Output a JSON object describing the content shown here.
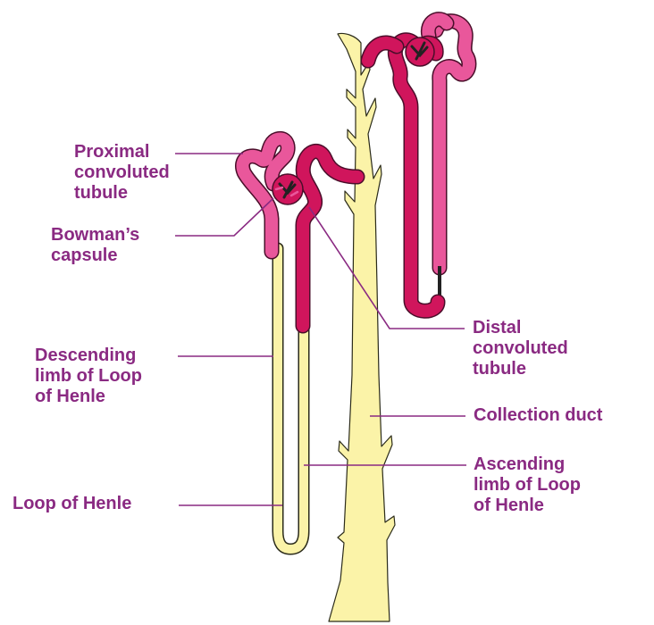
{
  "colors": {
    "label_text": "#8a2a82",
    "leader_line": "#8a2a82",
    "duct_fill": "#fbf3a8",
    "duct_outline": "#2b2b1a",
    "tubule_pink": "#e9579b",
    "tubule_magenta": "#d0155c",
    "outline": "#4a0e2a"
  },
  "labels": {
    "proximal": [
      "Proximal",
      "convoluted",
      "tubule"
    ],
    "bowman": [
      "Bowman’s",
      "capsule"
    ],
    "descending": [
      "Descending",
      "limb of Loop",
      "of Henle"
    ],
    "loop": [
      "Loop of Henle"
    ],
    "distal": [
      "Distal",
      "convoluted",
      "tubule"
    ],
    "collection": [
      "Collection duct"
    ],
    "ascending": [
      "Ascending",
      "limb of Loop",
      "of Henle"
    ]
  }
}
